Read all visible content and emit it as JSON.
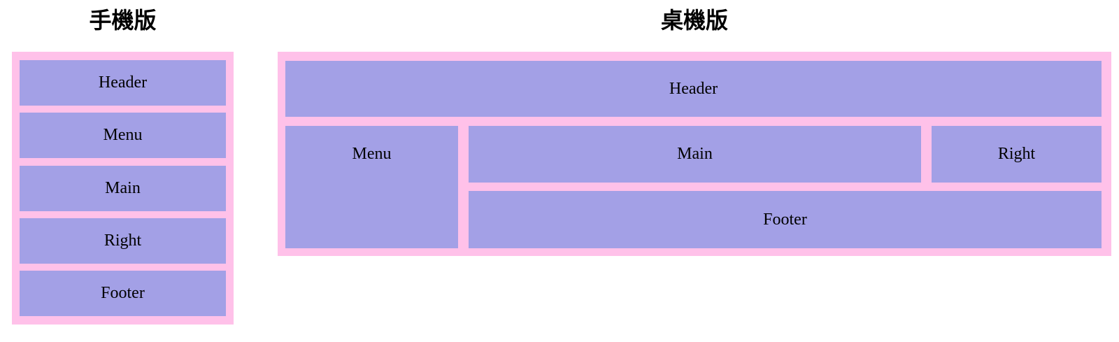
{
  "mobile": {
    "title": "手機版",
    "boxes": [
      {
        "label": "Header"
      },
      {
        "label": "Menu"
      },
      {
        "label": "Main"
      },
      {
        "label": "Right"
      },
      {
        "label": "Footer"
      }
    ]
  },
  "desktop": {
    "title": "桌機版",
    "boxes": {
      "header": "Header",
      "menu": "Menu",
      "main": "Main",
      "right": "Right",
      "footer": "Footer"
    }
  },
  "colors": {
    "container_pink": "#ffc1e9",
    "box_purple": "#a3a0e6",
    "text_black": "#000000"
  }
}
